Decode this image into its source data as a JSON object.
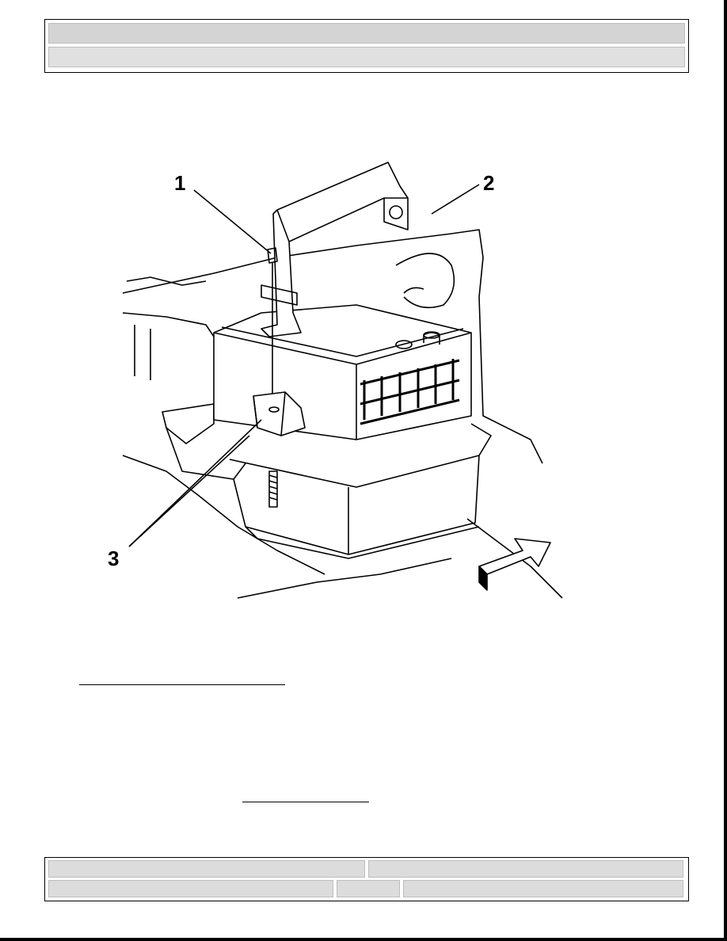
{
  "header": {
    "title_row": "",
    "subtitle_row": ""
  },
  "figure": {
    "callouts": [
      "1",
      "2",
      "3"
    ]
  },
  "links": [
    {
      "text": ""
    },
    {
      "text": ""
    }
  ],
  "footer": {
    "row1": [
      "",
      ""
    ],
    "row2": [
      "",
      "",
      ""
    ]
  }
}
